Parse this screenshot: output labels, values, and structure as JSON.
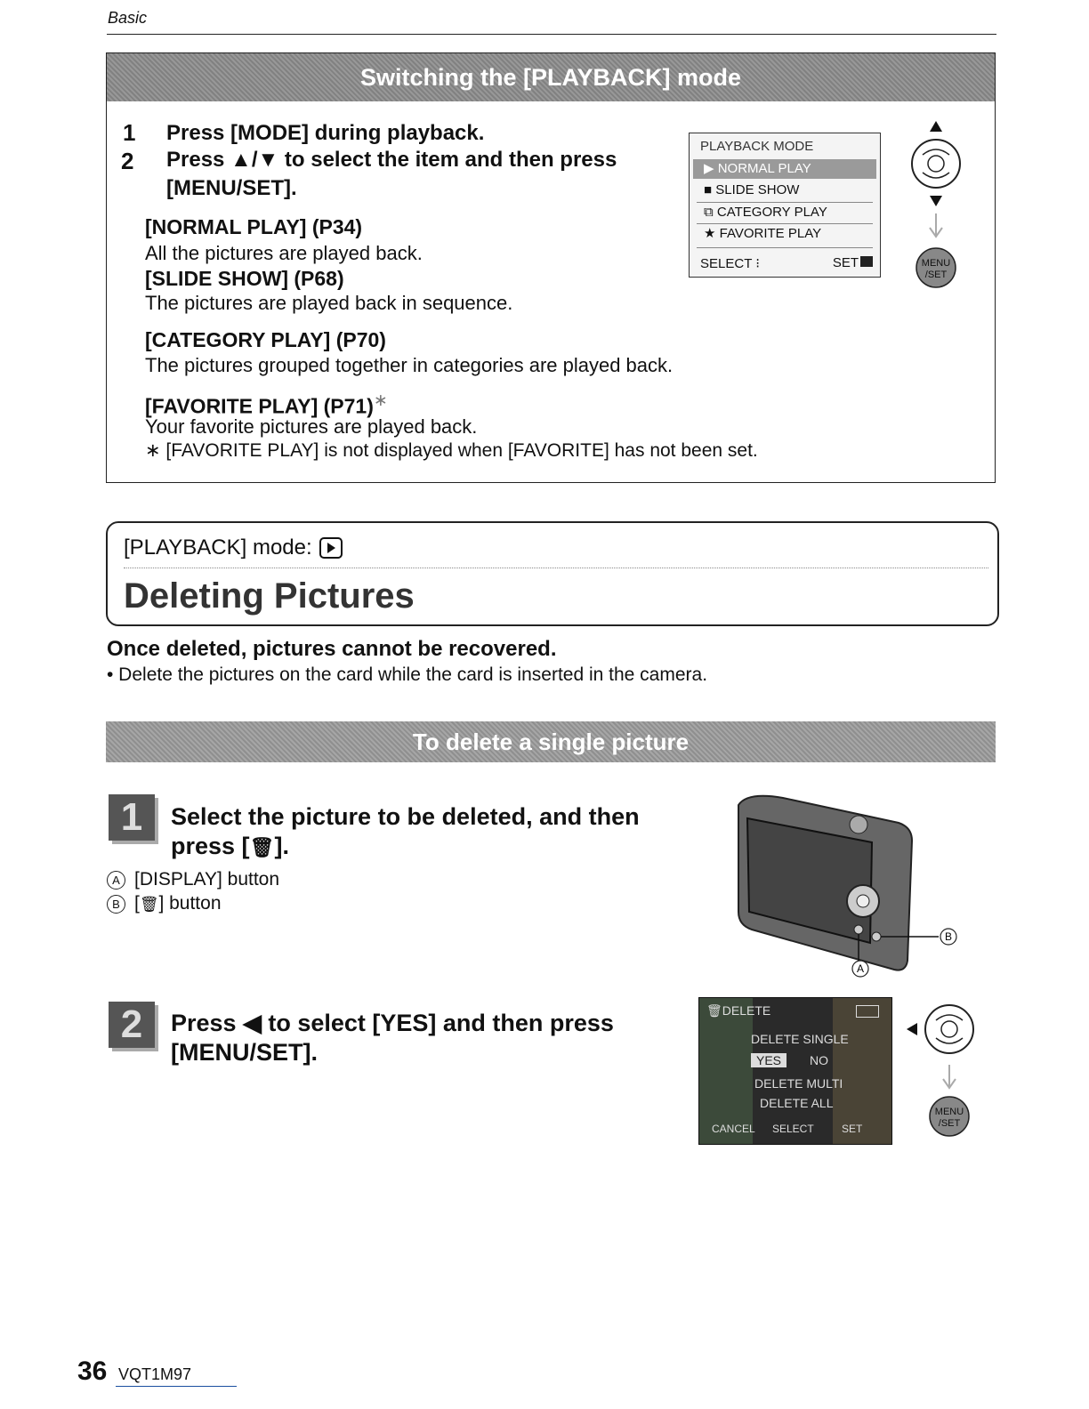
{
  "header": {
    "section_label": "Basic"
  },
  "playback_section": {
    "banner": "Switching the [PLAYBACK] mode",
    "steps": [
      {
        "num": "1",
        "text": "Press [MODE] during playback."
      },
      {
        "num": "2",
        "text": "Press ▲/▼ to select the item and then press [MENU/SET]."
      }
    ],
    "options": [
      {
        "title": "[NORMAL PLAY] (P34)",
        "desc": "All the pictures are played back."
      },
      {
        "title": "[SLIDE SHOW] (P68)",
        "desc": "The pictures are played back in sequence."
      },
      {
        "title": "[CATEGORY PLAY] (P70)",
        "desc": "The pictures grouped together in categories are played back."
      },
      {
        "title": "[FAVORITE PLAY] (P71)",
        "title_mark": "∗",
        "desc": "Your favorite pictures are played back."
      }
    ],
    "footnote": "∗ [FAVORITE PLAY] is not displayed when [FAVORITE] has not been set.",
    "lcd": {
      "title": "PLAYBACK MODE",
      "items": [
        "NORMAL PLAY",
        "SLIDE SHOW",
        "CATEGORY PLAY",
        "FAVORITE PLAY"
      ],
      "selected": "NORMAL PLAY",
      "footer_left": "SELECT",
      "footer_right": "SET"
    },
    "menu_set_label": "MENU /SET"
  },
  "deleting_section": {
    "mode_label": "[PLAYBACK] mode:",
    "title": "Deleting Pictures",
    "warning": "Once deleted, pictures cannot be recovered.",
    "note": "• Delete the pictures on the card while the card is inserted in the camera.",
    "banner": "To delete a single picture",
    "step1": {
      "num": "1",
      "text": "Select the picture to be deleted, and then press [",
      "text_end": "].",
      "callouts": [
        {
          "mark": "A",
          "text": "[DISPLAY] button"
        },
        {
          "mark": "B",
          "text": "] button",
          "prefix": "["
        }
      ],
      "fig_labels": [
        "A",
        "B"
      ]
    },
    "step2": {
      "num": "2",
      "text": "Press ◀ to select [YES] and then press [MENU/SET].",
      "lcd": {
        "title": "DELETE",
        "rows": [
          "DELETE SINGLE",
          "DELETE MULTI",
          "DELETE ALL"
        ],
        "yes": "YES",
        "no": "NO",
        "footer_cancel": "CANCEL",
        "footer_select": "SELECT",
        "footer_set": "SET"
      }
    }
  },
  "footer": {
    "page_number": "36",
    "doc_code": "VQT1M97"
  }
}
